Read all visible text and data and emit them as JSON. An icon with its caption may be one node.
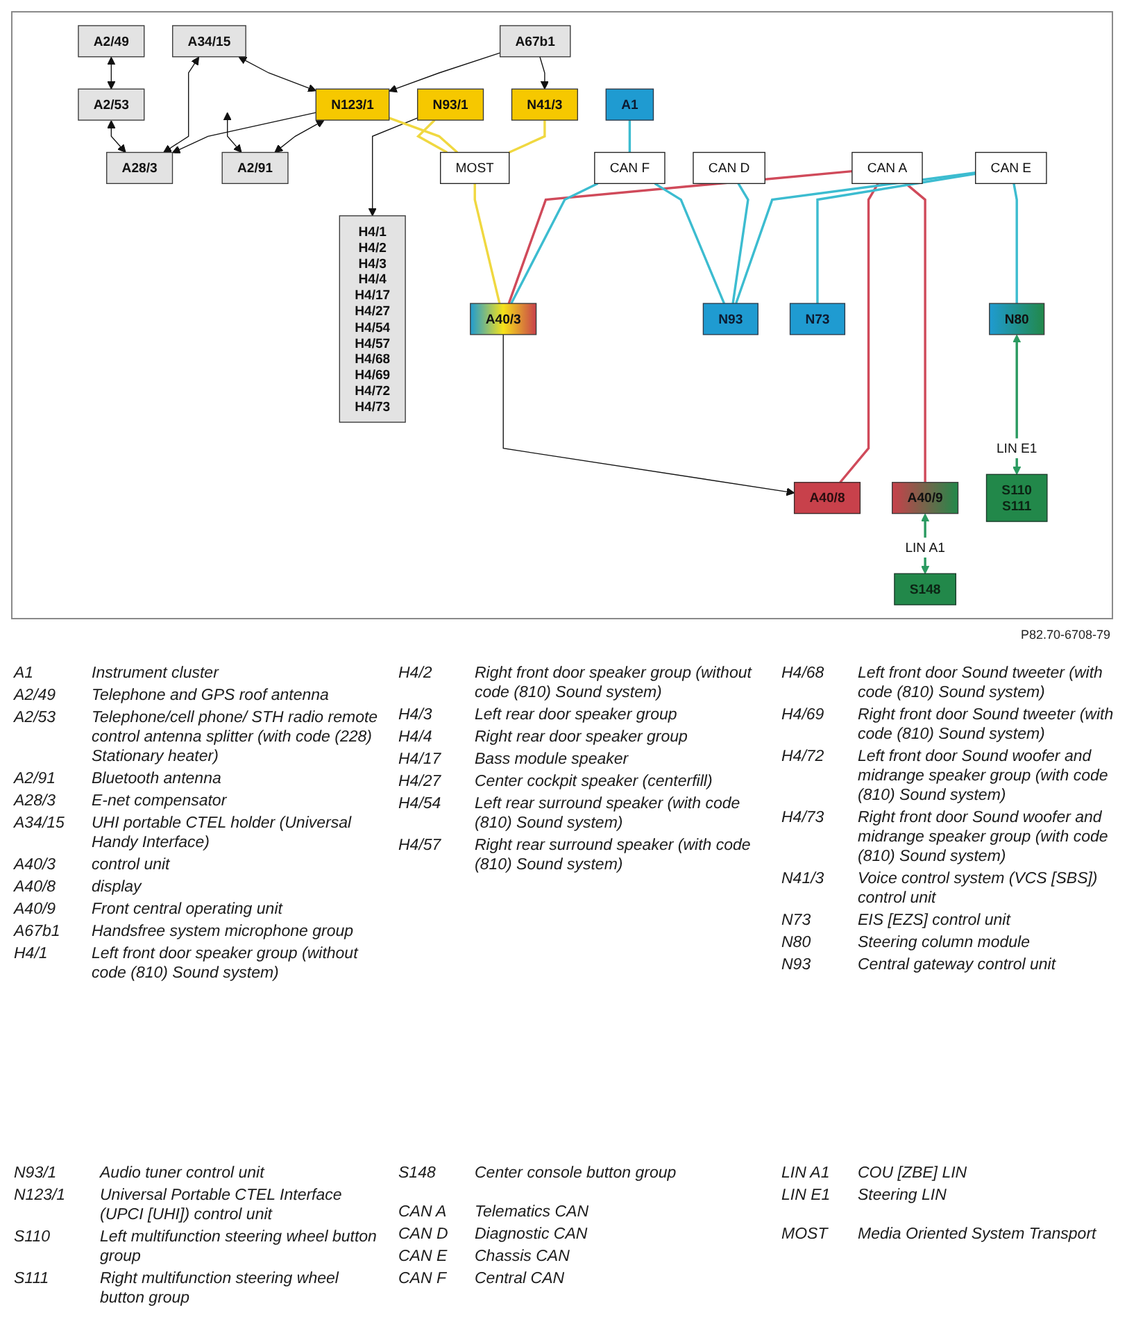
{
  "diagram": {
    "nodes": [
      {
        "text": [
          "A2/49"
        ]
      },
      {
        "text": [
          "H4/1",
          "H4/2",
          "H4/3",
          "H4/4",
          "H4/17",
          "H4/27",
          "H4/54",
          "H4/57",
          "H4/68",
          "H4/69",
          "H4/72",
          "H4/73"
        ]
      },
      {
        "text": [
          "A2/53"
        ]
      },
      {
        "text": [
          "A28/3"
        ]
      },
      {
        "text": [
          "A34/15"
        ]
      },
      {
        "text": [
          "A2/91"
        ]
      },
      {
        "text": [
          "A67b1"
        ]
      },
      {
        "text": [
          "N93/1"
        ]
      },
      {
        "text": [
          "N123/1"
        ]
      },
      {
        "text": [
          "N41/3"
        ]
      },
      {
        "text": [
          "MOST"
        ]
      },
      {
        "text": [
          "A1"
        ]
      },
      {
        "text": [
          "A40/3"
        ]
      },
      {
        "text": [
          "CAN A"
        ]
      },
      {
        "text": [
          "CAN F"
        ]
      },
      {
        "text": [
          "A40/8"
        ]
      },
      {
        "text": [
          "A40/9"
        ]
      },
      {
        "text": [
          "S148"
        ]
      },
      {
        "text": [
          "CAN D"
        ]
      },
      {
        "text": [
          "N93"
        ]
      },
      {
        "text": [
          "CAN E"
        ]
      },
      {
        "text": [
          "N73"
        ]
      },
      {
        "text": [
          "N80"
        ]
      },
      {
        "text": [
          "S110",
          "S111"
        ]
      }
    ],
    "edges": [
      {
        "from": 0,
        "to": 2,
        "arrow": "both"
      },
      {
        "from": 2,
        "to": 3,
        "arrow": "both"
      },
      {
        "from": 4,
        "to": 3,
        "arrow": "both"
      },
      {
        "from": 4,
        "to": 8,
        "arrow": "both"
      },
      {
        "from": null,
        "to": 5,
        "arrow": "both"
      },
      {
        "from": 8,
        "to": 5,
        "arrow": "both"
      },
      {
        "from": 8,
        "to": 3,
        "arrow": "to"
      },
      {
        "from": 6,
        "to": 8,
        "arrow": "to"
      },
      {
        "from": 6,
        "to": 9,
        "arrow": "to"
      },
      {
        "from": 7,
        "to": 1,
        "arrow": "to"
      },
      {
        "from": 7,
        "to": 10,
        "arrow": "none",
        "color": "#f0d840"
      },
      {
        "from": 8,
        "to": 10,
        "arrow": "none",
        "color": "#f0d840"
      },
      {
        "from": 9,
        "to": 10,
        "arrow": "none",
        "color": "#f0d840"
      },
      {
        "from": 10,
        "to": 12,
        "arrow": "none",
        "color": "#f0d840"
      },
      {
        "from": 12,
        "to": 15,
        "arrow": "to"
      },
      {
        "from": 13,
        "to": 12,
        "arrow": "none",
        "color": "#d04a5a"
      },
      {
        "from": 13,
        "to": 15,
        "arrow": "none",
        "color": "#d04a5a"
      },
      {
        "from": 13,
        "to": 16,
        "arrow": "none",
        "color": "#d04a5a"
      },
      {
        "from": 16,
        "to": 17,
        "arrow": "both",
        "label": "LIN A1",
        "color": "#2a9a60"
      },
      {
        "from": 11,
        "to": 14,
        "arrow": "none",
        "color": "#3cbcd0"
      },
      {
        "from": 14,
        "to": 12,
        "arrow": "none",
        "color": "#3cbcd0"
      },
      {
        "from": 14,
        "to": 19,
        "arrow": "none",
        "color": "#3cbcd0"
      },
      {
        "from": 18,
        "to": 19,
        "arrow": "none",
        "color": "#3cbcd0"
      },
      {
        "from": 20,
        "to": 19,
        "arrow": "none",
        "color": "#3cbcd0"
      },
      {
        "from": 20,
        "to": 21,
        "arrow": "none",
        "color": "#3cbcd0"
      },
      {
        "from": 20,
        "to": 22,
        "arrow": "none",
        "color": "#3cbcd0"
      },
      {
        "from": 22,
        "to": 23,
        "arrow": "both",
        "label": "LIN E1",
        "color": "#2a9a60"
      }
    ],
    "labels": [
      "P82.70-6708-79",
      "A1",
      "Instrument cluster",
      "A2/49",
      "Telephone and GPS roof antenna",
      "A2/53",
      "Telephone/cell phone/ STH radio remote control antenna splitter (with code (228) Stationary heater)",
      "A2/91",
      "Bluetooth antenna",
      "A28/3",
      "E-net compensator",
      "A34/15",
      "UHI portable CTEL holder (Universal Handy Interface)",
      "A40/3",
      "control unit",
      "A40/8",
      "display",
      "A40/9",
      "Front central operating unit",
      "A67b1",
      "Handsfree system microphone group",
      "H4/1",
      "Left front door speaker group (without code (810) Sound system)",
      "H4/2",
      "Right front door speaker group (without code (810) Sound system)",
      "H4/3",
      "Left rear door speaker group",
      "H4/4",
      "Right rear door speaker group",
      "H4/17",
      "Bass module speaker",
      "H4/27",
      "Center cockpit speaker (centerfill)",
      "H4/54",
      "Left rear surround speaker (with code (810) Sound system)",
      "H4/57",
      "Right rear surround speaker (with code (810) Sound system)",
      "H4/68",
      "Left front door Sound tweeter (with code (810) Sound system)",
      "H4/69",
      "Right front door Sound tweeter (with code (810) Sound system)",
      "H4/72",
      "Left front door Sound woofer and midrange speaker group (with code (810) Sound system)",
      "H4/73",
      "Right front door Sound woofer and midrange speaker group (with code (810) Sound system)",
      "N41/3",
      "Voice control system (VCS [SBS]) control unit",
      "N73",
      "EIS [EZS] control unit",
      "N80",
      "Steering column module",
      "N93",
      "Central gateway control unit",
      "N93/1",
      "Audio tuner control unit",
      "N123/1",
      "Universal Portable CTEL Interface (UPCI [UHI]) control unit",
      "S110",
      "Left multifunction steering wheel button group",
      "S111",
      "Right multifunction steering wheel button group",
      "S148",
      "Center console button group",
      "CAN A",
      "Telematics CAN",
      "CAN D",
      "Diagnostic CAN",
      "CAN E",
      "Chassis CAN",
      "CAN F",
      "Central CAN",
      "LIN A1",
      "COU [ZBE] LIN",
      "LIN E1",
      "Steering LIN",
      "MOST",
      "Media Oriented System Transport"
    ]
  }
}
